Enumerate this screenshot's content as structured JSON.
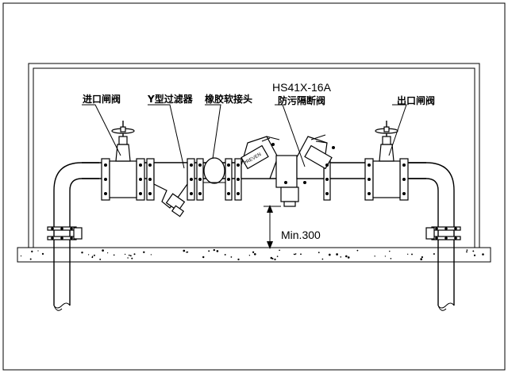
{
  "labels": {
    "inlet_gate_valve": "进口闸阀",
    "y_strainer": "Y型过滤器",
    "rubber_joint": "橡胶软接头",
    "preventer_model": "HS41X-16A",
    "preventer_name": "防污隔断阀",
    "outlet_gate_valve": "出口闸阀",
    "min_clearance": "Min.300"
  }
}
